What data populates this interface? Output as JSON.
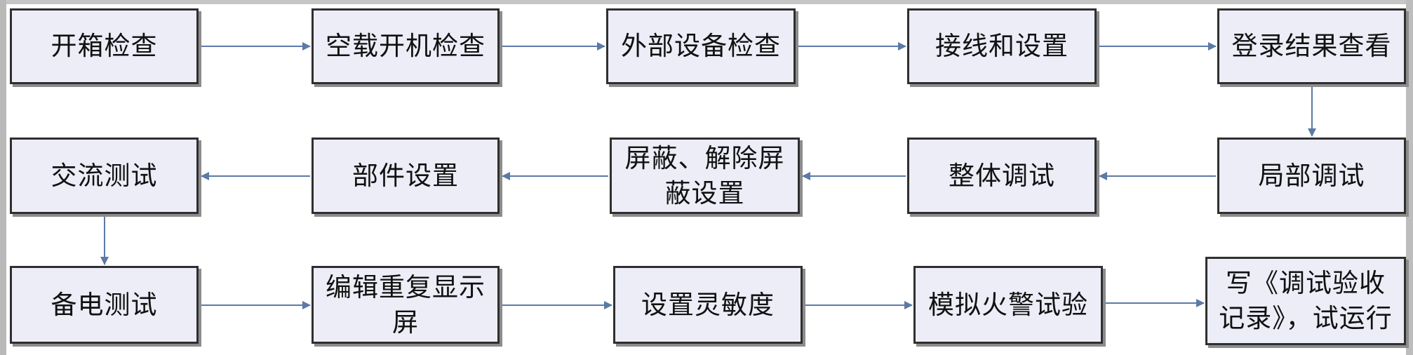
{
  "colors": {
    "box_fill": "#ecedf7",
    "box_border": "#2f2f2f",
    "arrow": "#5b7aa6",
    "frame": "#bdbdbd"
  },
  "rows": [
    [
      {
        "id": "n1",
        "label": "开箱检查"
      },
      {
        "id": "n2",
        "label": "空载开机检查"
      },
      {
        "id": "n3",
        "label": "外部设备检查"
      },
      {
        "id": "n4",
        "label": "接线和设置"
      },
      {
        "id": "n5",
        "label": "登录结果查看"
      }
    ],
    [
      {
        "id": "n10",
        "label": "交流测试"
      },
      {
        "id": "n9",
        "label": "部件设置"
      },
      {
        "id": "n8",
        "label": "屏蔽、解除屏蔽设置"
      },
      {
        "id": "n7",
        "label": "整体调试"
      },
      {
        "id": "n6",
        "label": "局部调试"
      }
    ],
    [
      {
        "id": "n11",
        "label": "备电测试"
      },
      {
        "id": "n12",
        "label": "编辑重复显示屏"
      },
      {
        "id": "n13",
        "label": "设置灵敏度"
      },
      {
        "id": "n14",
        "label": "模拟火警试验"
      },
      {
        "id": "n15",
        "label": "写《调试验收记录》，试运行"
      }
    ]
  ],
  "edges": [
    [
      "n1",
      "n2"
    ],
    [
      "n2",
      "n3"
    ],
    [
      "n3",
      "n4"
    ],
    [
      "n4",
      "n5"
    ],
    [
      "n5",
      "n6"
    ],
    [
      "n6",
      "n7"
    ],
    [
      "n7",
      "n8"
    ],
    [
      "n8",
      "n9"
    ],
    [
      "n9",
      "n10"
    ],
    [
      "n10",
      "n11"
    ],
    [
      "n11",
      "n12"
    ],
    [
      "n12",
      "n13"
    ],
    [
      "n13",
      "n14"
    ],
    [
      "n14",
      "n15"
    ]
  ]
}
